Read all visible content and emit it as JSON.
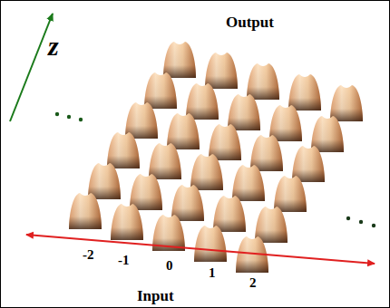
{
  "diagram": {
    "labels": [
      "z",
      "Output",
      "-2",
      "-1",
      "0",
      "1",
      "2",
      "Input"
    ]
  }
}
